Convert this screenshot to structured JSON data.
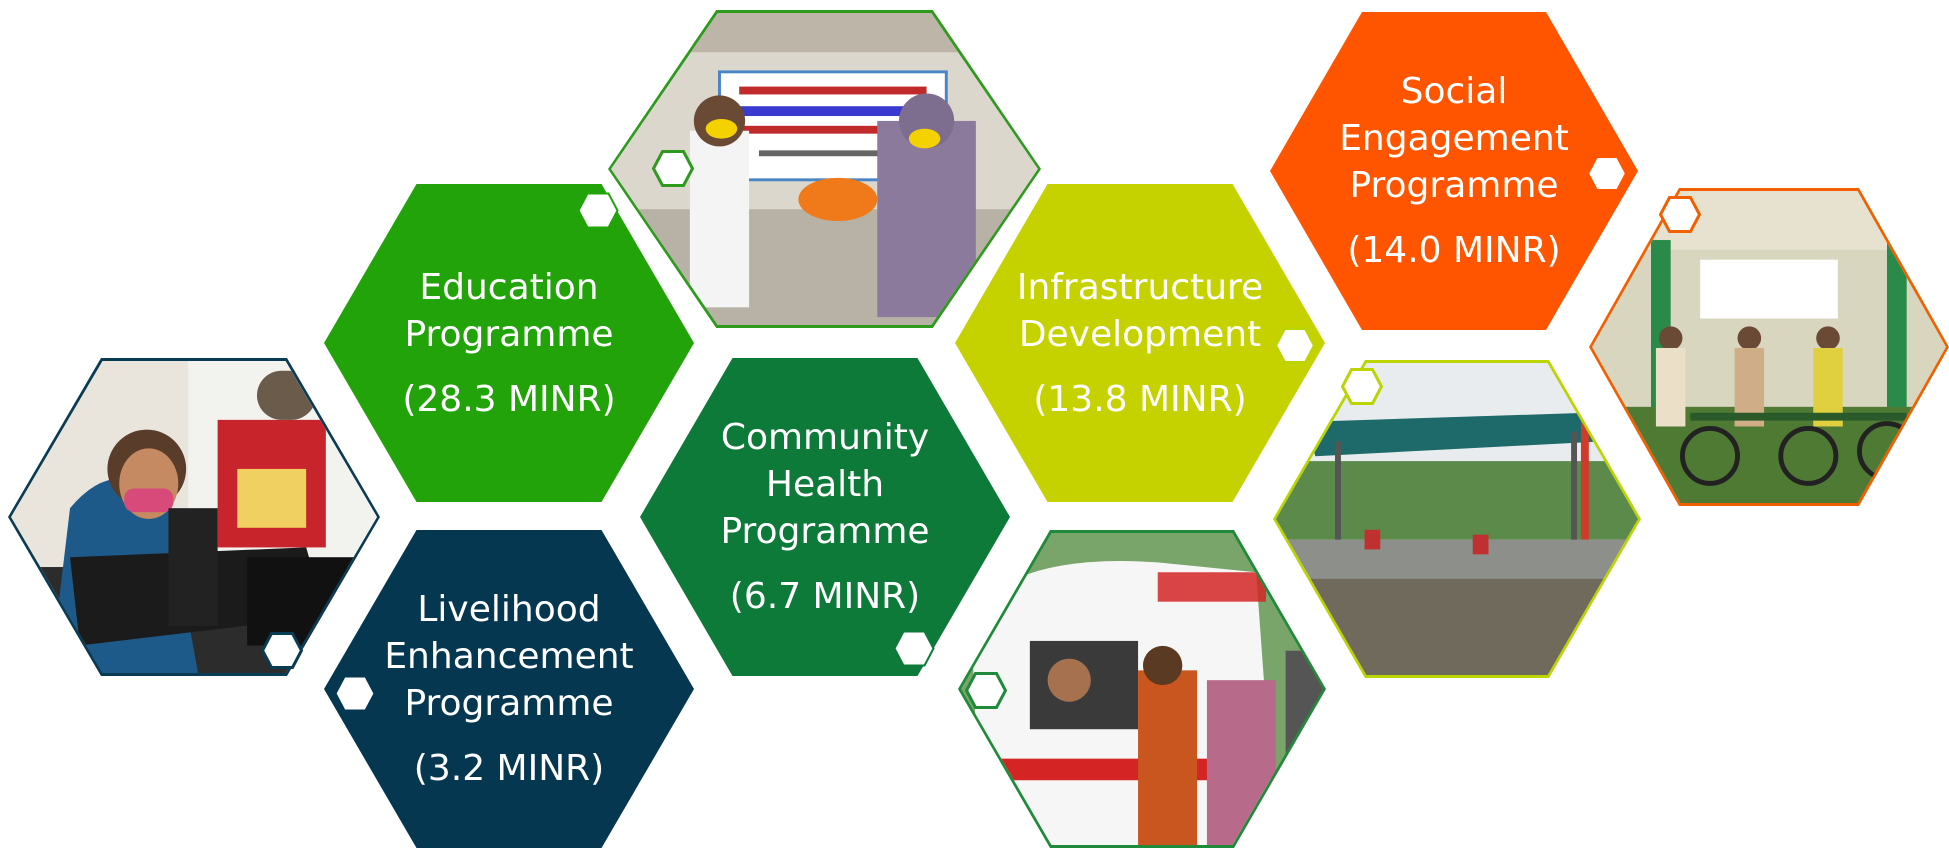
{
  "programmes": [
    {
      "id": "education",
      "title": "Education\nProgramme",
      "amount": "(28.3 MINR)",
      "color": "#22a30a"
    },
    {
      "id": "livelihood",
      "title": "Livelihood\nEnhancement\nProgramme",
      "amount": "(3.2 MINR)",
      "color": "#053750"
    },
    {
      "id": "community-health",
      "title": "Community\nHealth\nProgramme",
      "amount": "(6.7 MINR)",
      "color": "#0e7a3a"
    },
    {
      "id": "infrastructure",
      "title": "Infrastructure\nDevelopment",
      "amount": "(13.8 MINR)",
      "color": "#c6d100"
    },
    {
      "id": "social",
      "title": "Social\nEngagement\nProgramme",
      "amount": "(14.0 MINR)",
      "color": "#ff5500"
    }
  ],
  "photos": [
    {
      "id": "tailoring",
      "icon": "sewing-machine-photo",
      "border": "#0a3b55"
    },
    {
      "id": "distribution",
      "icon": "material-distribution-photo",
      "border": "#2e9a1e"
    },
    {
      "id": "ambulance",
      "icon": "ambulance-photo",
      "border": "#1e8a3a"
    },
    {
      "id": "shed",
      "icon": "shed-construction-photo",
      "border": "#bcd400"
    },
    {
      "id": "tricycles",
      "icon": "tricycle-distribution-photo",
      "border": "#f06000"
    }
  ]
}
